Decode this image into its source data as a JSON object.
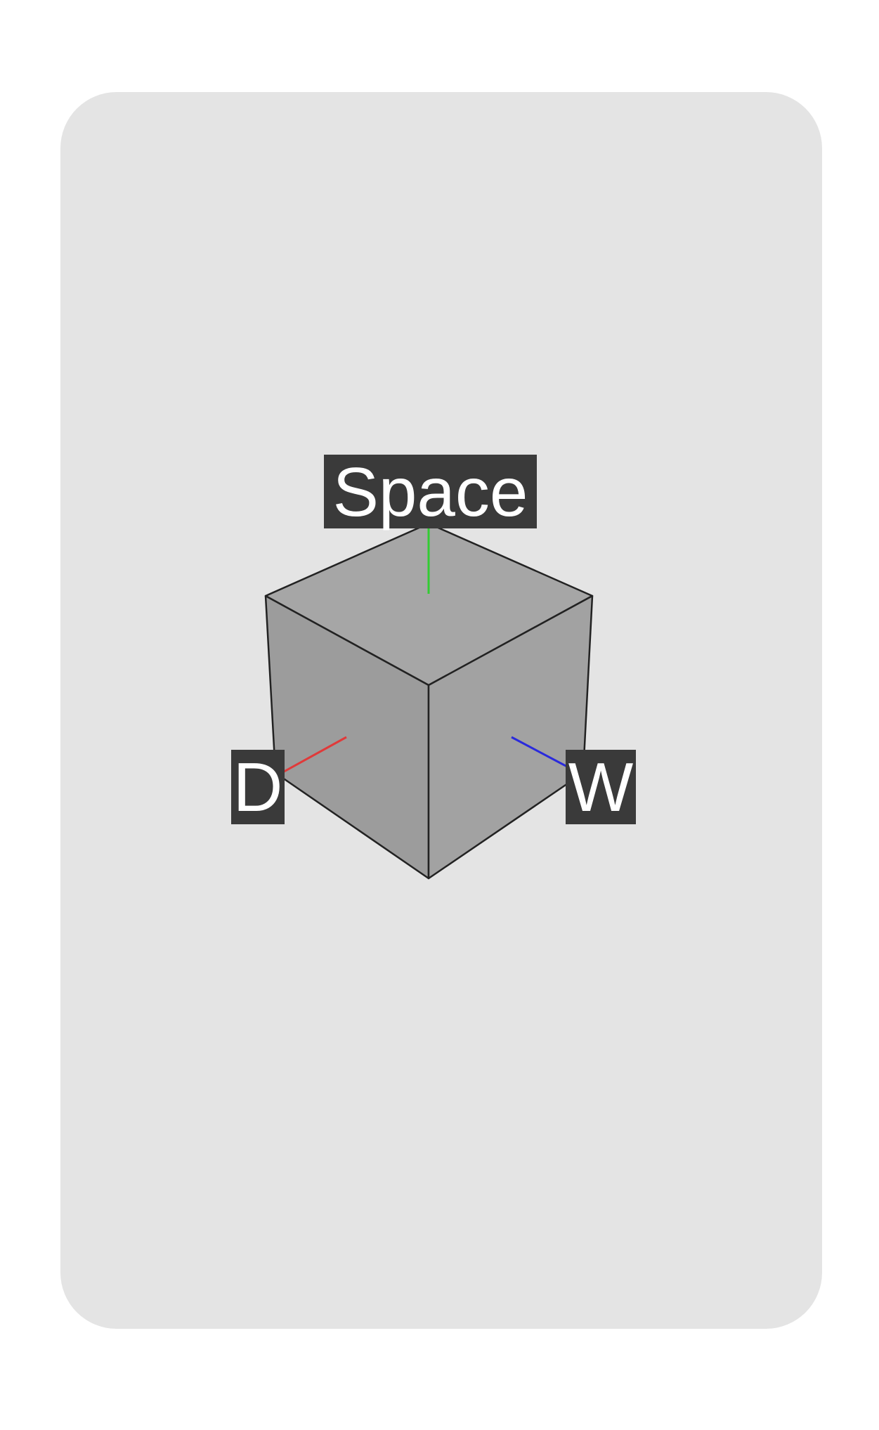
{
  "labels": {
    "up": "Space",
    "left": "D",
    "right": "W"
  },
  "colors": {
    "background": "#e4e4e4",
    "cube_top": "#a6a6a6",
    "cube_left": "#9d9d9d",
    "cube_right": "#a3a3a3",
    "edge": "#222222",
    "axis_x": "#e03a3a",
    "axis_y": "#33cc33",
    "axis_z": "#2a2adc",
    "label_bg": "#3a3a3a",
    "label_text": "#ffffff"
  }
}
